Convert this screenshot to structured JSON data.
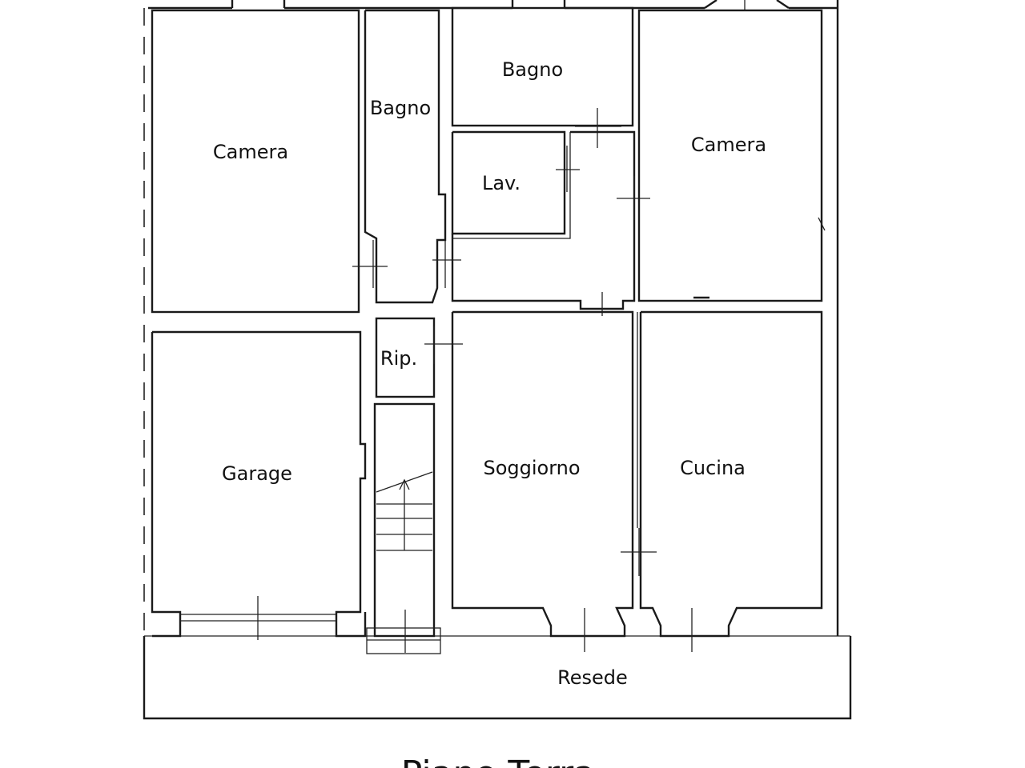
{
  "plan": {
    "title": "Piano Terra",
    "rooms": {
      "camera_left": "Camera",
      "bagno_center": "Bagno",
      "bagno_top": "Bagno",
      "camera_right": "Camera",
      "lavanderia": "Lav.",
      "ripostiglio": "Rip.",
      "garage": "Garage",
      "soggiorno": "Soggiorno",
      "cucina": "Cucina",
      "resede": "Resede"
    }
  }
}
